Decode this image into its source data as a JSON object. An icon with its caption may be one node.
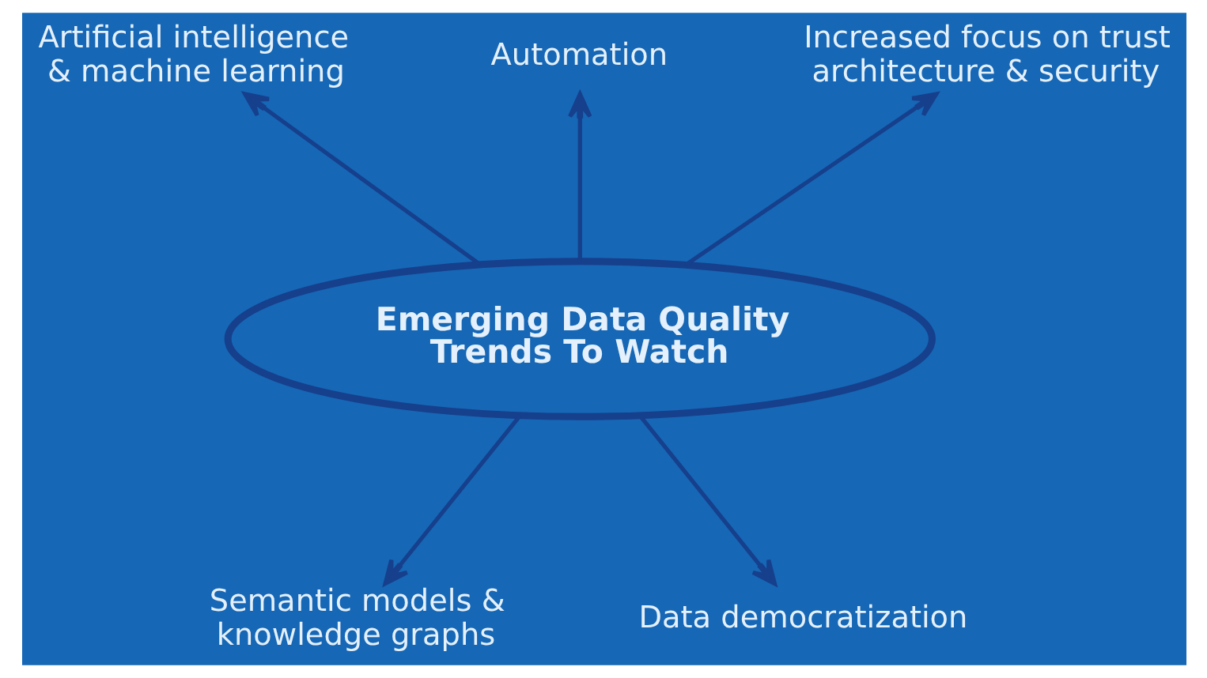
{
  "diagram": {
    "nodes": [
      {
        "text": [
          "Automation"
        ]
      },
      {
        "text": [
          "Artificial intelligence & machine learning"
        ]
      },
      {
        "text": [
          "Increased focus on trust architecture & security"
        ]
      },
      {
        "text": [
          "Emerging Data Quality Trends To Watch"
        ]
      },
      {
        "text": [
          "Semantic models & knowledge graphs"
        ]
      },
      {
        "text": [
          "Data democratization"
        ]
      }
    ],
    "edges": [
      {
        "from": 3,
        "to": 1,
        "arrow": "to"
      },
      {
        "from": 3,
        "to": 0,
        "arrow": "to"
      },
      {
        "from": 3,
        "to": 2,
        "arrow": "to"
      },
      {
        "from": 3,
        "to": 4,
        "arrow": "to"
      },
      {
        "from": 3,
        "to": 5,
        "arrow": "to"
      }
    ]
  }
}
